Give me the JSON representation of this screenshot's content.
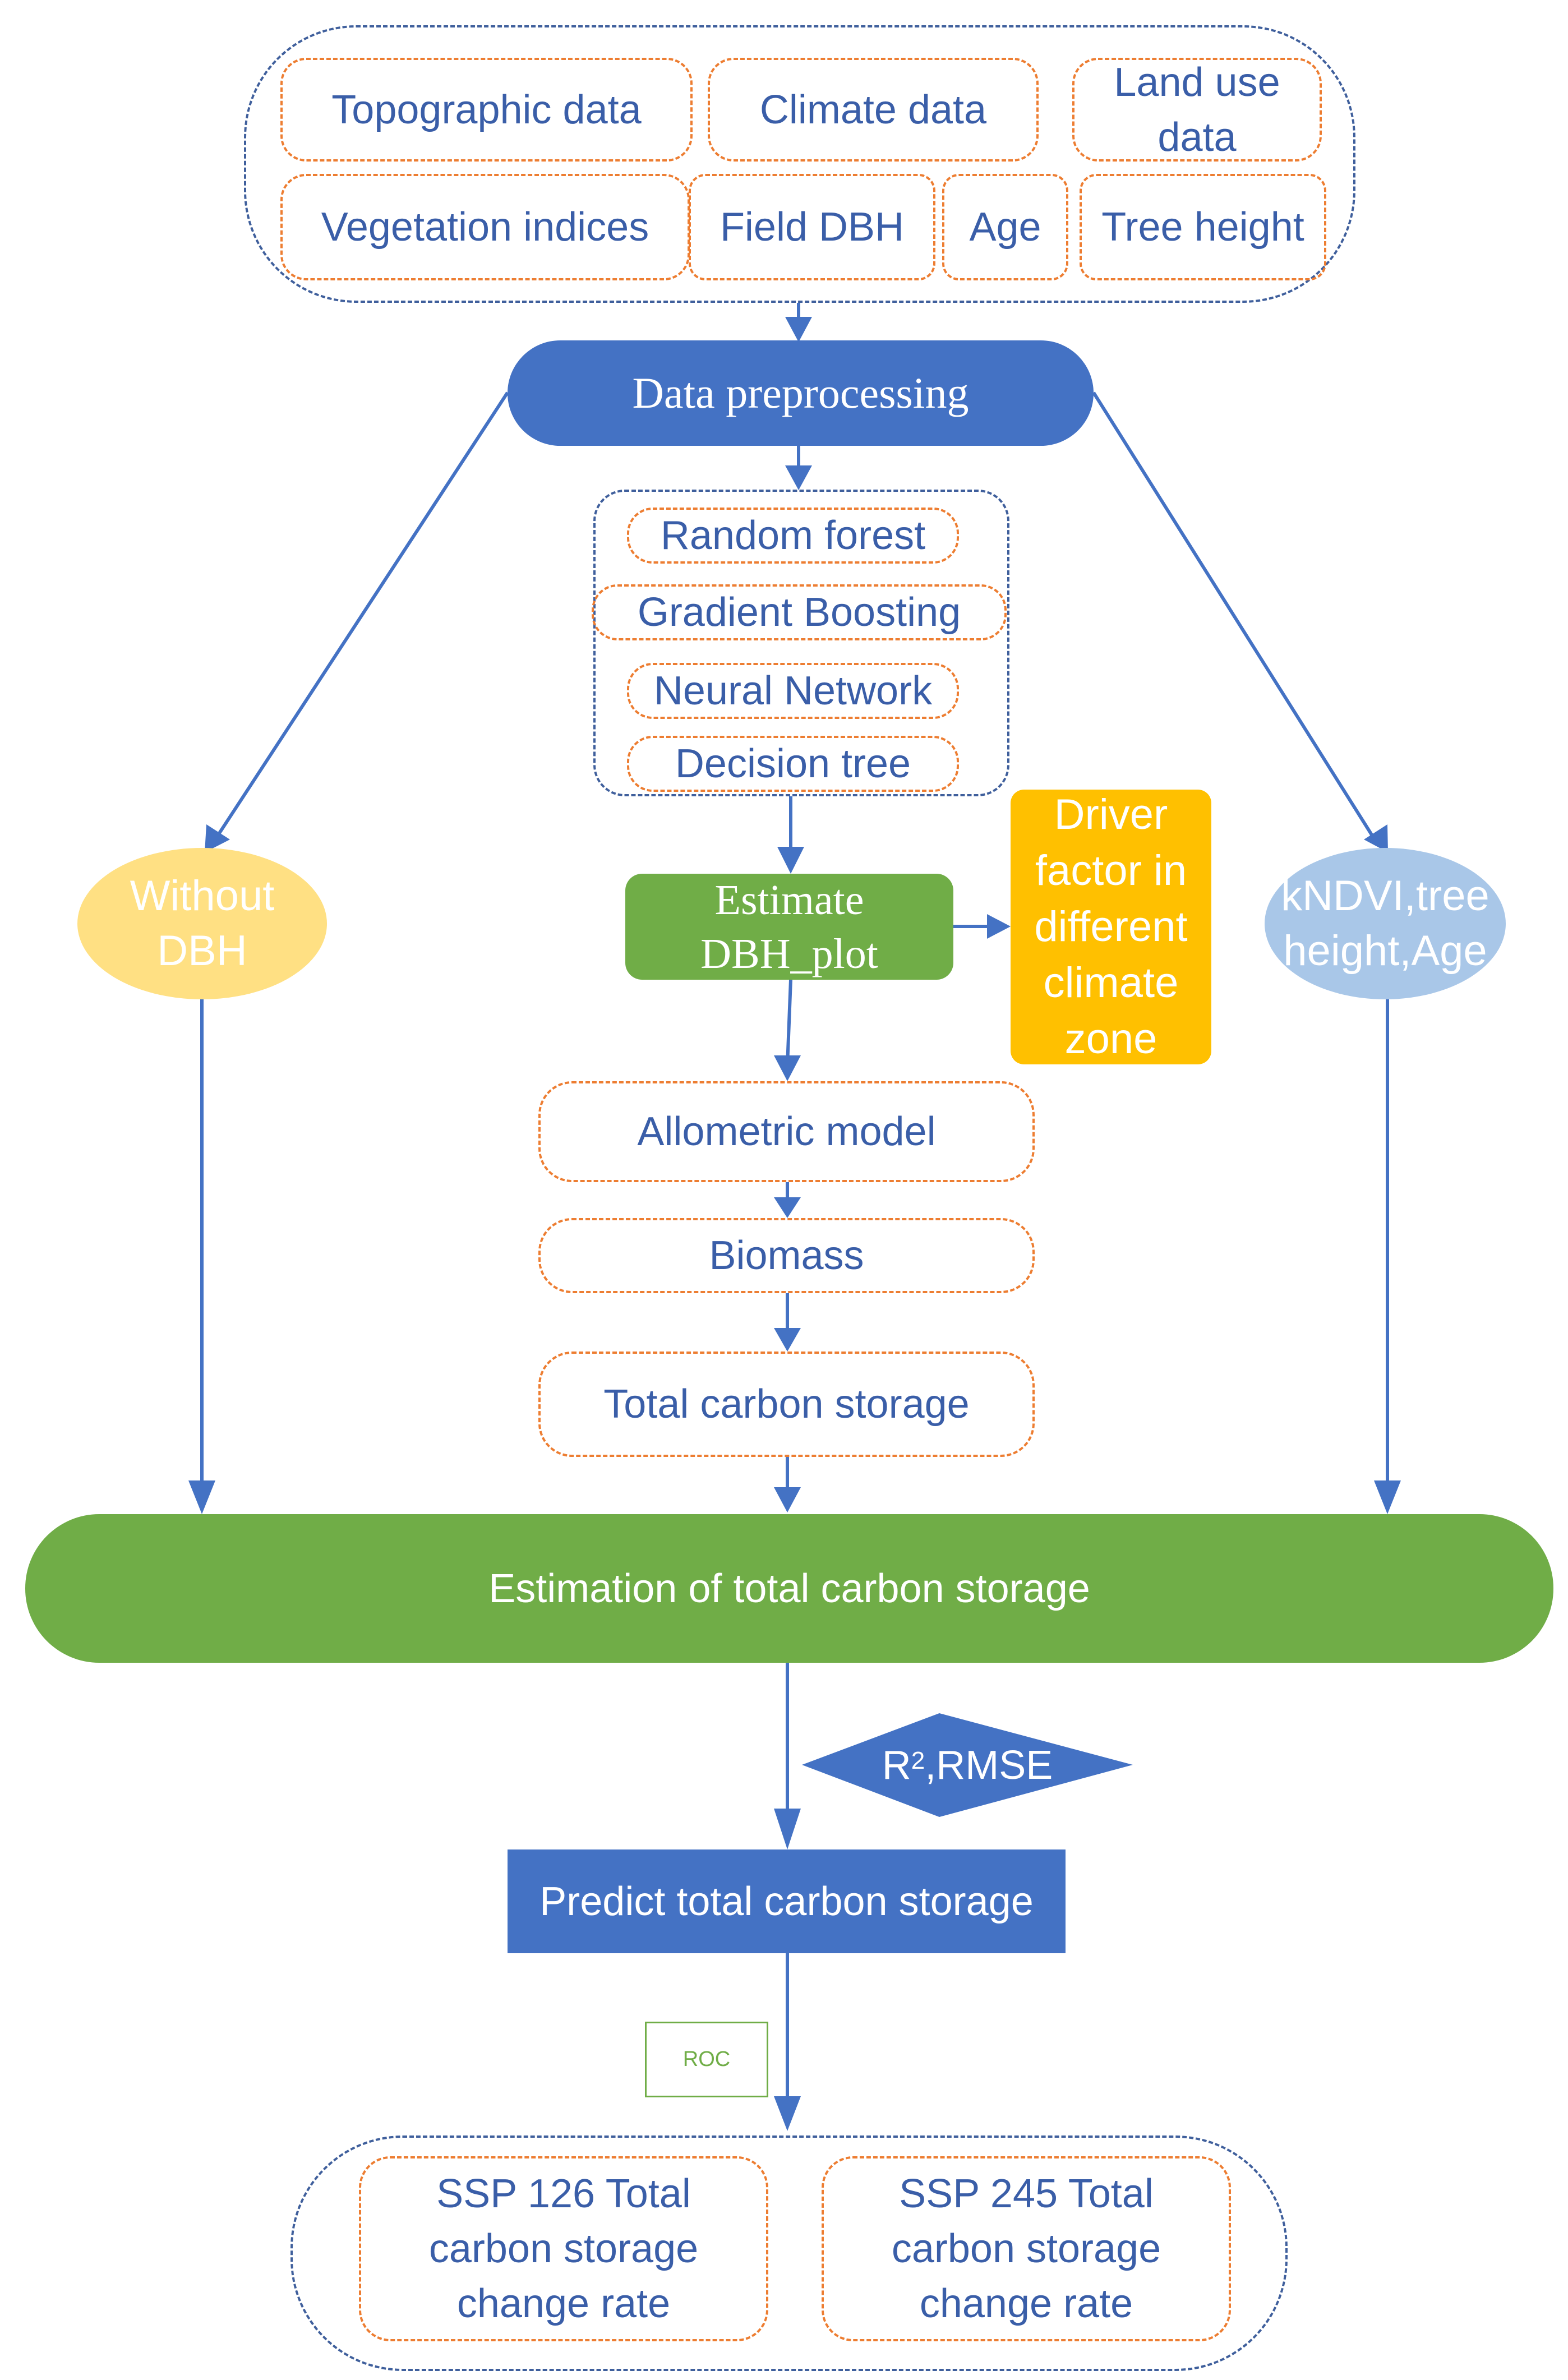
{
  "colors": {
    "flow_blue": "#4472c4",
    "dashed_orange": "#ed7d31",
    "dashed_navy": "#3f5f9c",
    "text_blue": "#3a5ea8",
    "green": "#70ad47",
    "orange_box": "#ffc000",
    "yellow_ellipse": "#ffe083",
    "light_blue_ellipse": "#a9c7e8"
  },
  "inputs": {
    "topographic": "Topographic data",
    "climate": "Climate data",
    "landuse": "Land use data",
    "vegetation": "Vegetation indices",
    "field_dbh": "Field DBH",
    "age": "Age",
    "tree_height": "Tree height"
  },
  "preprocessing": "Data preprocessing",
  "models": {
    "rf": "Random forest",
    "gb": "Gradient Boosting",
    "nn": "Neural Network",
    "dt": "Decision tree"
  },
  "without_dbh": "Without DBH",
  "kndvi": "kNDVI,tree height,Age",
  "estimate_dbh": "Estimate DBH_plot",
  "driver": "Driver factor in different climate zone",
  "allometric": "Allometric model",
  "biomass": "Biomass",
  "total_storage": "Total carbon storage",
  "estimation": "Estimation of total carbon storage",
  "metric": {
    "r": "R",
    "sup": "2",
    "rest": ",RMSE"
  },
  "predict": "Predict total carbon storage",
  "roc": "ROC",
  "outputs": {
    "ssp126": "SSP 126 Total carbon storage change rate",
    "ssp245": "SSP 245 Total carbon storage change rate"
  }
}
